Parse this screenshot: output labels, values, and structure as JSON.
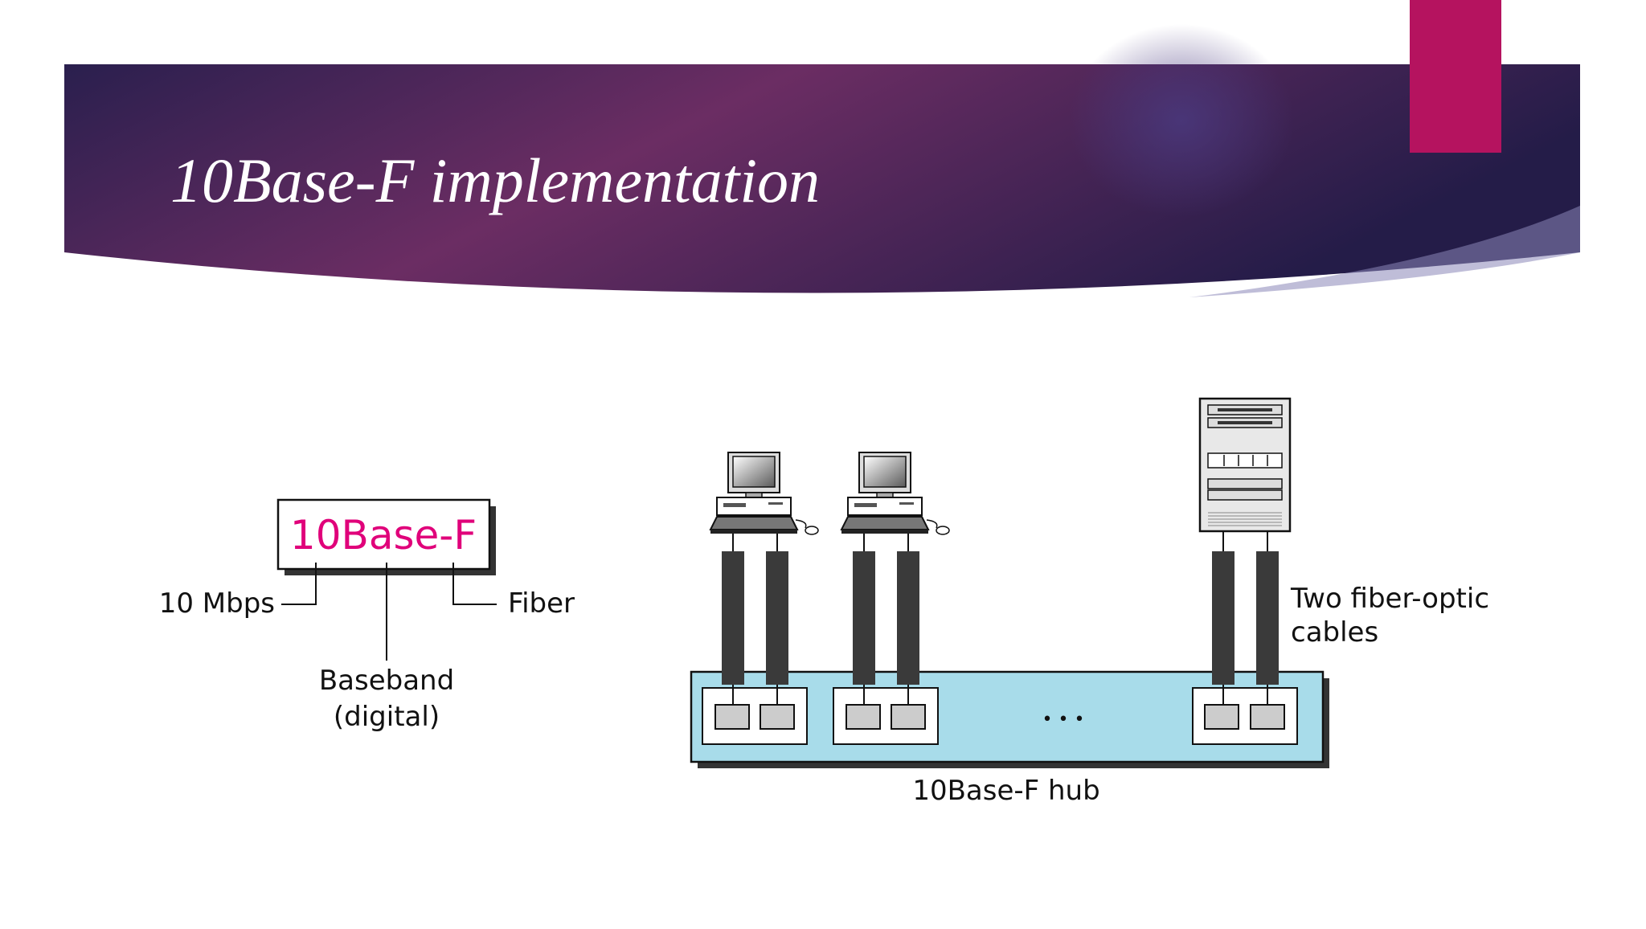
{
  "slide": {
    "title": "10Base-F implementation"
  },
  "naming": {
    "box_label": "10Base-F",
    "left_label": "10 Mbps",
    "right_label": "Fiber",
    "bottom_label_line1": "Baseband",
    "bottom_label_line2": "(digital)"
  },
  "topology": {
    "cable_label_line1": "Two fiber-optic",
    "cable_label_line2": "cables",
    "ellipsis": "• • •",
    "hub_label": "10Base-F  hub"
  },
  "colors": {
    "banner_dark": "#2a1f4e",
    "banner_mid": "#6b2d63",
    "accent_tab": "#b5135f",
    "brand_text": "#e0007a",
    "hub_fill": "#a8dcea",
    "cable": "#3a3a3a"
  }
}
